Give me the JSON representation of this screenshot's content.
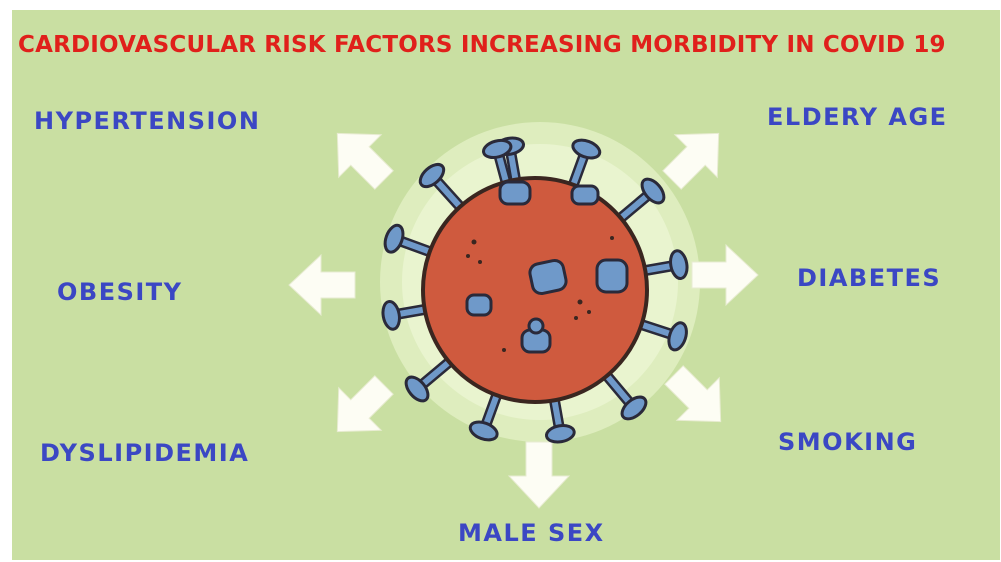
{
  "title": "CARDIOVASCULAR RISK FACTORS INCREASING MORBIDITY IN COVID 19",
  "factors": {
    "hypertension": "HYPERTENSION",
    "eldery_age": "ELDERY AGE",
    "obesity": "OBESITY",
    "diabetes": "DIABETES",
    "dyslipidemia": "DYSLIPIDEMIA",
    "smoking": "SMOKING",
    "male_sex": "MALE SEX"
  },
  "colors": {
    "background": "#c9dfa2",
    "title": "#e0201b",
    "label": "#3b47c4",
    "virus_body": "#cf5a3e",
    "virus_spike": "#6f99c9",
    "arrow": "#fdfdf4"
  },
  "icons": {
    "center": "coronavirus-icon",
    "arrows": "arrow-icon"
  }
}
